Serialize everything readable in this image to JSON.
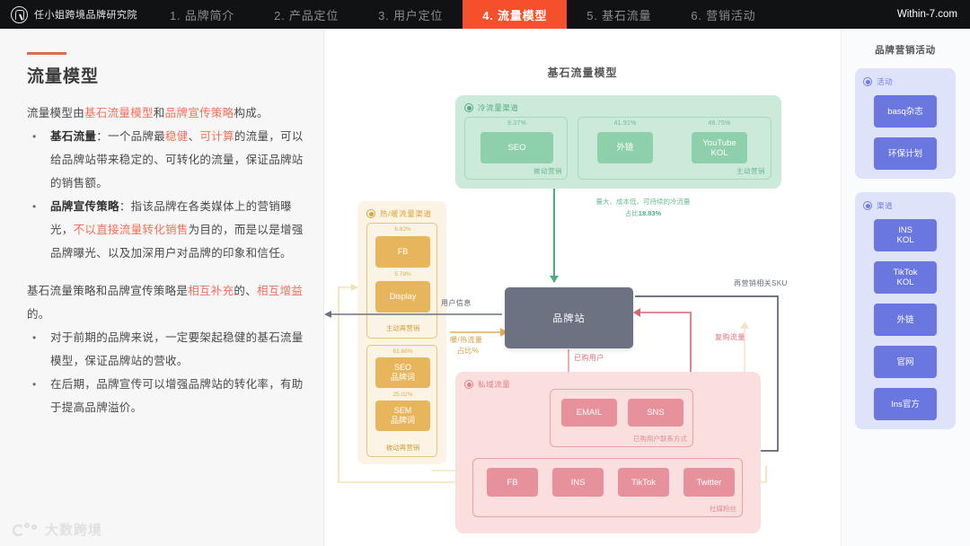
{
  "topnav": {
    "brand": "任小姐跨境品牌研究院",
    "tabs": [
      {
        "label": "1. 品牌简介",
        "active": false
      },
      {
        "label": "2. 产品定位",
        "active": false
      },
      {
        "label": "3. 用户定位",
        "active": false
      },
      {
        "label": "4. 流量模型",
        "active": true
      },
      {
        "label": "5. 基石流量",
        "active": false
      },
      {
        "label": "6. 营销活动",
        "active": false
      }
    ],
    "site": "Within-7.com",
    "active_color": "#f4502c"
  },
  "left": {
    "title": "流量模型",
    "intro": {
      "p1": "流量模型由",
      "h1": "基石流量模型",
      "p2": "和",
      "h2": "品牌宣传策略",
      "p3": "构成。"
    },
    "bullets": [
      {
        "term": "基石流量",
        "colon": "：",
        "t1": "一个品牌最",
        "h1": "稳健",
        "t2": "、",
        "h2": "可计算",
        "t3": "的流量，可以给品牌站带来稳定的、可转化的流量，保证品牌站的销售额。"
      },
      {
        "term": "品牌宣传策略",
        "colon": "：",
        "t1": "指该品牌在各类媒体上的营销曝光，",
        "h1": "不以直接流量转化销售",
        "t2": "为目的，而是以是增强品牌曝光、以及加深用户对品牌的印象和信任。"
      }
    ],
    "para2": {
      "t1": "基石流量策略和品牌宣传策略是",
      "h1": "相互补充",
      "t2": "的、",
      "h2": "相互增益",
      "t3": "的。"
    },
    "bullets2": [
      "对于前期的品牌来说，一定要架起稳健的基石流量模型，保证品牌站的营收。",
      "在后期，品牌宣传可以增强品牌站的转化率，有助于提高品牌溢价。"
    ],
    "footer_logo_text": "大数跨境",
    "highlight_color": "#f2705a"
  },
  "diagram": {
    "title": "基石流量模型",
    "cold": {
      "label": "冷流量渠道",
      "left_group": {
        "caption": "被动营销",
        "items": [
          {
            "name": "SEO",
            "pct": "8.37%"
          }
        ]
      },
      "right_group": {
        "caption": "主动营销",
        "items": [
          {
            "name": "外链",
            "pct": "41.91%"
          },
          {
            "name": "YouTube KOL",
            "pct": "46.75%"
          }
        ]
      },
      "note_line1": "量大、成本低、可持续的冷流量",
      "note_line2_prefix": "占比",
      "note_line2_value": "18.83%",
      "color": "#cceada"
    },
    "warm": {
      "label": "热/暖流量渠道",
      "top_group": {
        "caption": "主动再营销",
        "items": [
          {
            "name": "FB",
            "pct": "6.82%"
          },
          {
            "name": "Display",
            "pct": "5.79%"
          }
        ]
      },
      "bottom_group": {
        "caption": "被动再营销",
        "items": [
          {
            "name": "SEO 品牌词",
            "pct": "61.68%"
          },
          {
            "name": "SEM 品牌词",
            "pct": "25.02%"
          }
        ]
      },
      "color": "#fbf3e3"
    },
    "station": {
      "label": "品牌站",
      "color": "#6c7281"
    },
    "private": {
      "label": "私域流量",
      "contact_group": {
        "caption": "已购用户联系方式",
        "items": [
          "EMAIL",
          "SNS"
        ]
      },
      "social_group": {
        "caption": "社媒粉丝",
        "items": [
          "FB",
          "INS",
          "TikTok",
          "Twitter"
        ]
      },
      "color": "#fbdfdf"
    },
    "arrow_labels": {
      "user_info": "用户信息",
      "warm_ratio_l1": "暖/热流量",
      "warm_ratio_l2": "占比%",
      "remarket_sku": "再营销相关SKU",
      "repurchase": "复购流量",
      "purchased_users": "已购用户"
    }
  },
  "right": {
    "title": "品牌营销活动",
    "cards": [
      {
        "label": "活动",
        "items": [
          "basq杂志",
          "环保计划"
        ]
      },
      {
        "label": "渠道",
        "items": [
          "INS KOL",
          "TikTok KOL",
          "外链",
          "官网",
          "Ins官方"
        ]
      }
    ],
    "accent": "#6b77e0"
  }
}
